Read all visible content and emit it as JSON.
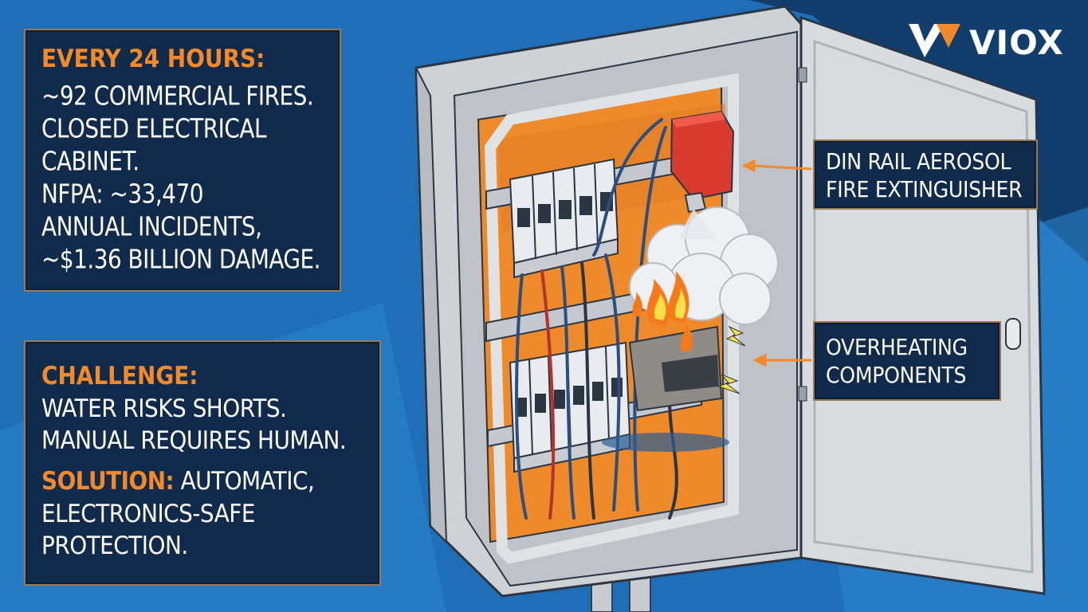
{
  "brand": {
    "name": "VIOX"
  },
  "stats_card": {
    "heading": "EVERY 24 HOURS:",
    "lines": [
      "~92 COMMERCIAL FIRES.",
      "CLOSED ELECTRICAL",
      "CABINET.",
      "NFPA: ~33,470",
      "ANNUAL INCIDENTS,",
      "~$1.36 BILLION DAMAGE."
    ]
  },
  "challenge_card": {
    "challenge_heading": "CHALLENGE:",
    "challenge_lines": [
      "WATER RISKS SHORTS.",
      "MANUAL REQUIRES HUMAN."
    ],
    "solution_heading": "SOLUTION:",
    "solution_first": "AUTOMATIC,",
    "solution_lines": [
      "ELECTRONICS-SAFE",
      "PROTECTION."
    ]
  },
  "callouts": {
    "extinguisher": [
      "DIN RAIL AEROSOL",
      "FIRE EXTINGUISHER"
    ],
    "overheating": [
      "OVERHEATING",
      "COMPONENTS"
    ]
  },
  "colors": {
    "background": "#1f6fb8",
    "panel": "#0f2a4b",
    "accent": "#f28a2c",
    "cabinet": "#d8dadc",
    "mounting_plate": "#ef8a2a"
  }
}
